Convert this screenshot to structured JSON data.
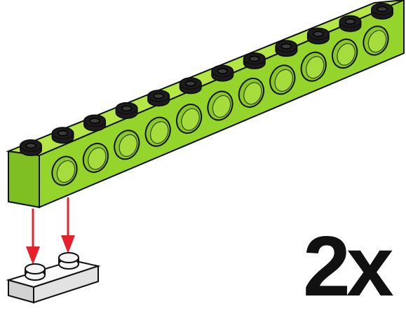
{
  "instruction": {
    "quantity_label": "2x"
  },
  "parts": {
    "beam": {
      "name": "technic-beam-with-holes",
      "studs": 12,
      "holes": 11,
      "color": "#95d42a"
    },
    "plate": {
      "name": "plate-1x2",
      "studs": 2,
      "color": "#f4f4f4"
    },
    "arrows": {
      "count": 2,
      "color": "#e8202a"
    }
  },
  "colors": {
    "beam_top": "#b4e646",
    "beam_front": "#95d42a",
    "beam_end": "#7fbf21",
    "outline": "#101010",
    "arrow": "#e8202a",
    "plate_top": "#fafafa",
    "plate_side": "#e2e2e2"
  }
}
